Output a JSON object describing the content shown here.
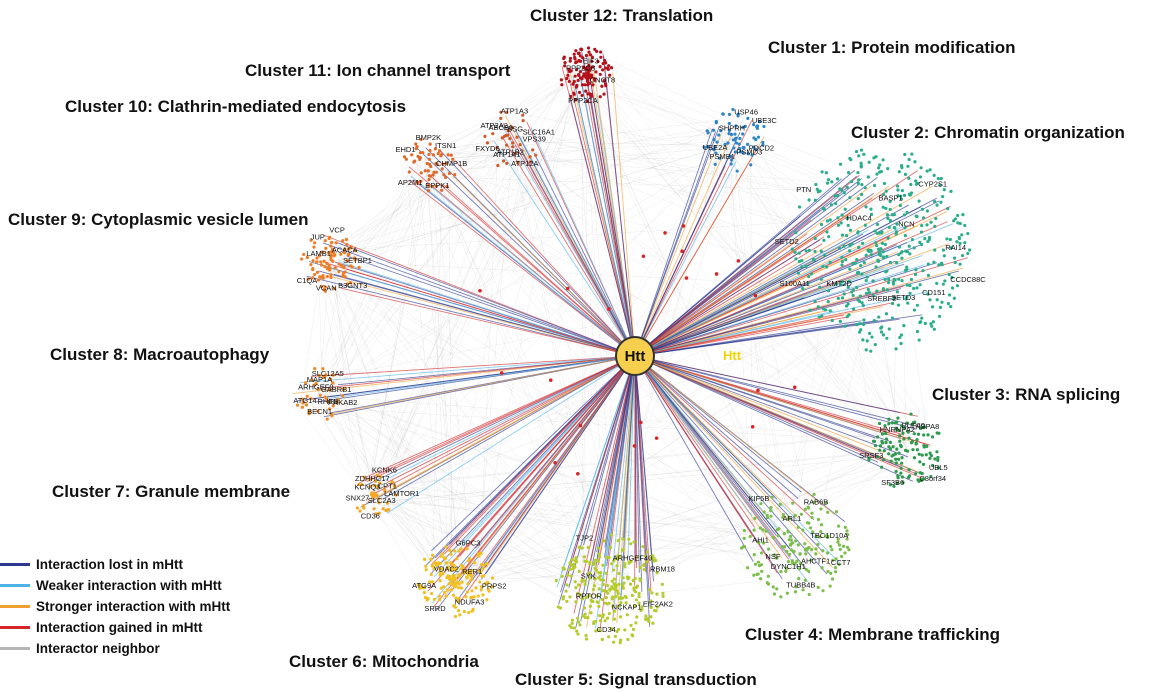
{
  "hub": {
    "label": "Htt",
    "echo_label": "Htt",
    "fill": "#f7cf4e"
  },
  "edge_colors": {
    "lost": "#2b3990",
    "weaker": "#4fb3e8",
    "stronger": "#f0a030",
    "gained": "#d62728",
    "neighbor": "#b5b5b5"
  },
  "clusters": [
    {
      "id": 12,
      "title": "Cluster 12: Translation",
      "color": "#b5121b",
      "genes": [
        "CNOT8",
        "PPP2CA",
        "PPP2CB",
        "EIF3"
      ]
    },
    {
      "id": 1,
      "title": "Cluster 1: Protein modification",
      "color": "#2f86c8",
      "genes": [
        "PDCD2",
        "PSMD3",
        "PSMB1",
        "UBE2A",
        "SHPRH",
        "USP46",
        "UBE3C"
      ]
    },
    {
      "id": 2,
      "title": "Cluster 2: Chromatin organization",
      "color": "#2bae8c",
      "genes": [
        "CCDC88C",
        "CD151",
        "SETD3",
        "SREBF2",
        "KMT2D",
        "S100A11",
        "SETD2",
        "PTN",
        "HDAC4",
        "BASP1",
        "CYP2S1",
        "NCN",
        "RAI14"
      ]
    },
    {
      "id": 3,
      "title": "Cluster 3: RNA splicing",
      "color": "#2e9a4e",
      "genes": [
        "UBL5",
        "C8orf34",
        "SF3B6",
        "SRSF3",
        "HNRNPA2",
        "PUF60",
        "HSPA8"
      ]
    },
    {
      "id": 4,
      "title": "Cluster 4: Membrane trafficking",
      "color": "#7bbf4a",
      "genes": [
        "CCT7",
        "AHCTF1",
        "TUBB4B",
        "DYNC1H1",
        "NSF",
        "AHI1",
        "KIF5B",
        "ARL1",
        "RAB6B",
        "TBC1D10A"
      ]
    },
    {
      "id": 5,
      "title": "Cluster 5: Signal transduction",
      "color": "#b5cc2e",
      "genes": [
        "EIF2AK2",
        "NCKAP1",
        "CD34",
        "RPTOR",
        "SYK",
        "TJP2",
        "ARHGEF40",
        "RBM18"
      ]
    },
    {
      "id": 6,
      "title": "Cluster 6: Mitochondria",
      "color": "#f0c020",
      "genes": [
        "PRPS2",
        "NDUFA3",
        "SRRD",
        "ATG9A",
        "VDAC2",
        "G6PC3",
        "RER1"
      ]
    },
    {
      "id": 7,
      "title": "Cluster 7: Granule membrane",
      "color": "#f5a623",
      "genes": [
        "LAMTOR1",
        "SLC2A3",
        "CD36",
        "SNX27",
        "KCNQ3",
        "ZDHHC17",
        "KCNK6",
        "CPT1"
      ]
    },
    {
      "id": 8,
      "title": "Cluster 8: Macroautophagy",
      "color": "#f08a24",
      "genes": [
        "PRKAB2",
        "RHEB",
        "BECN1",
        "ATG14",
        "ARHGEF9",
        "MAP1A",
        "SLC12A5",
        "GABRB1"
      ]
    },
    {
      "id": 9,
      "title": "Cluster 9: Cytoplasmic vesicle lumen",
      "color": "#f07d24",
      "genes": [
        "SETBP1",
        "B3GNT3",
        "VCAN",
        "C1QA",
        "LAMB1",
        "JUP",
        "VCP",
        "ACACA"
      ]
    },
    {
      "id": 10,
      "title": "Cluster 10: Clathrin-mediated endocytosis",
      "color": "#e06a2a",
      "genes": [
        "CHMP1B",
        "EPPK1",
        "AP2M1",
        "EHD1",
        "BMP2K",
        "ITSN1"
      ]
    },
    {
      "id": 11,
      "title": "Cluster 11: Ion channel transport",
      "color": "#d05a2a",
      "genes": [
        "VPS39",
        "ATP12A",
        "ATP1B2",
        "ATP1A1",
        "FXYD6",
        "ATP2A2",
        "ABCB6",
        "ATP1A3",
        "BSG",
        "SLC16A1"
      ]
    }
  ],
  "legend": [
    {
      "label": "Interaction lost in mHtt",
      "color": "#2b3990"
    },
    {
      "label": "Weaker interaction with mHtt",
      "color": "#4fb3e8"
    },
    {
      "label": "Stronger interaction with mHtt",
      "color": "#f0a030"
    },
    {
      "label": "Interaction gained in mHtt",
      "color": "#d62728"
    },
    {
      "label": "Interactor neighbor",
      "color": "#b5b5b5"
    }
  ]
}
